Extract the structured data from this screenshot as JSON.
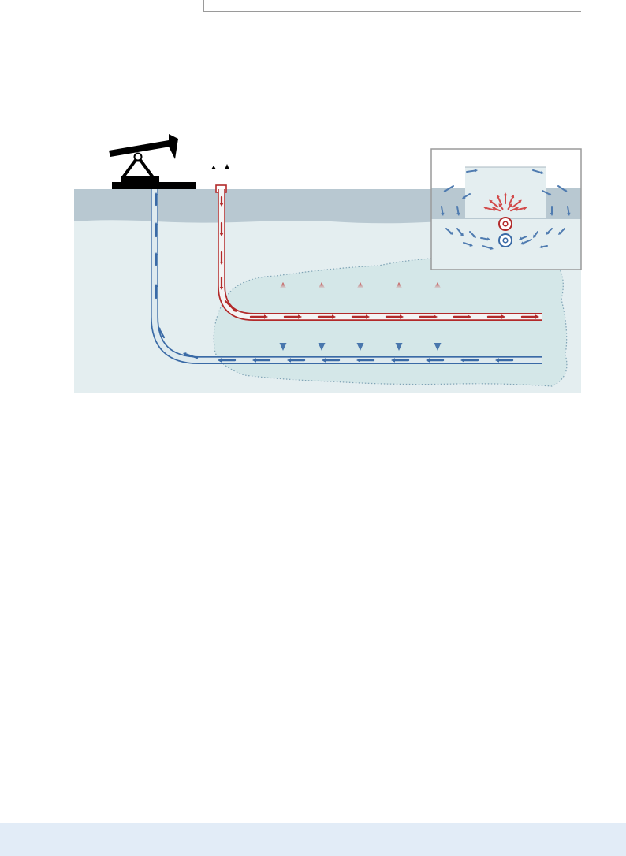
{
  "diagram": {
    "kind": "steam-assisted-gravity-drainage-schematic",
    "icons": {
      "pumpjack": "pumpjack-icon",
      "steam_generator": "steam-generator-icon",
      "steam_flow": "arrow-right-icon",
      "oil_flow": "arrow-left-icon"
    },
    "colors": {
      "steam": "#b22a2a",
      "oil": "#3a6aa6",
      "overburden": "#b8c8d1",
      "formation": "#e4eef0",
      "steam_chamber": "#d4e7e8",
      "inset_border": "#9a9a9a",
      "footer": "#e2ecf7"
    },
    "horizontal_arrows_per_well": 9,
    "vertical_flow_columns": 5
  }
}
